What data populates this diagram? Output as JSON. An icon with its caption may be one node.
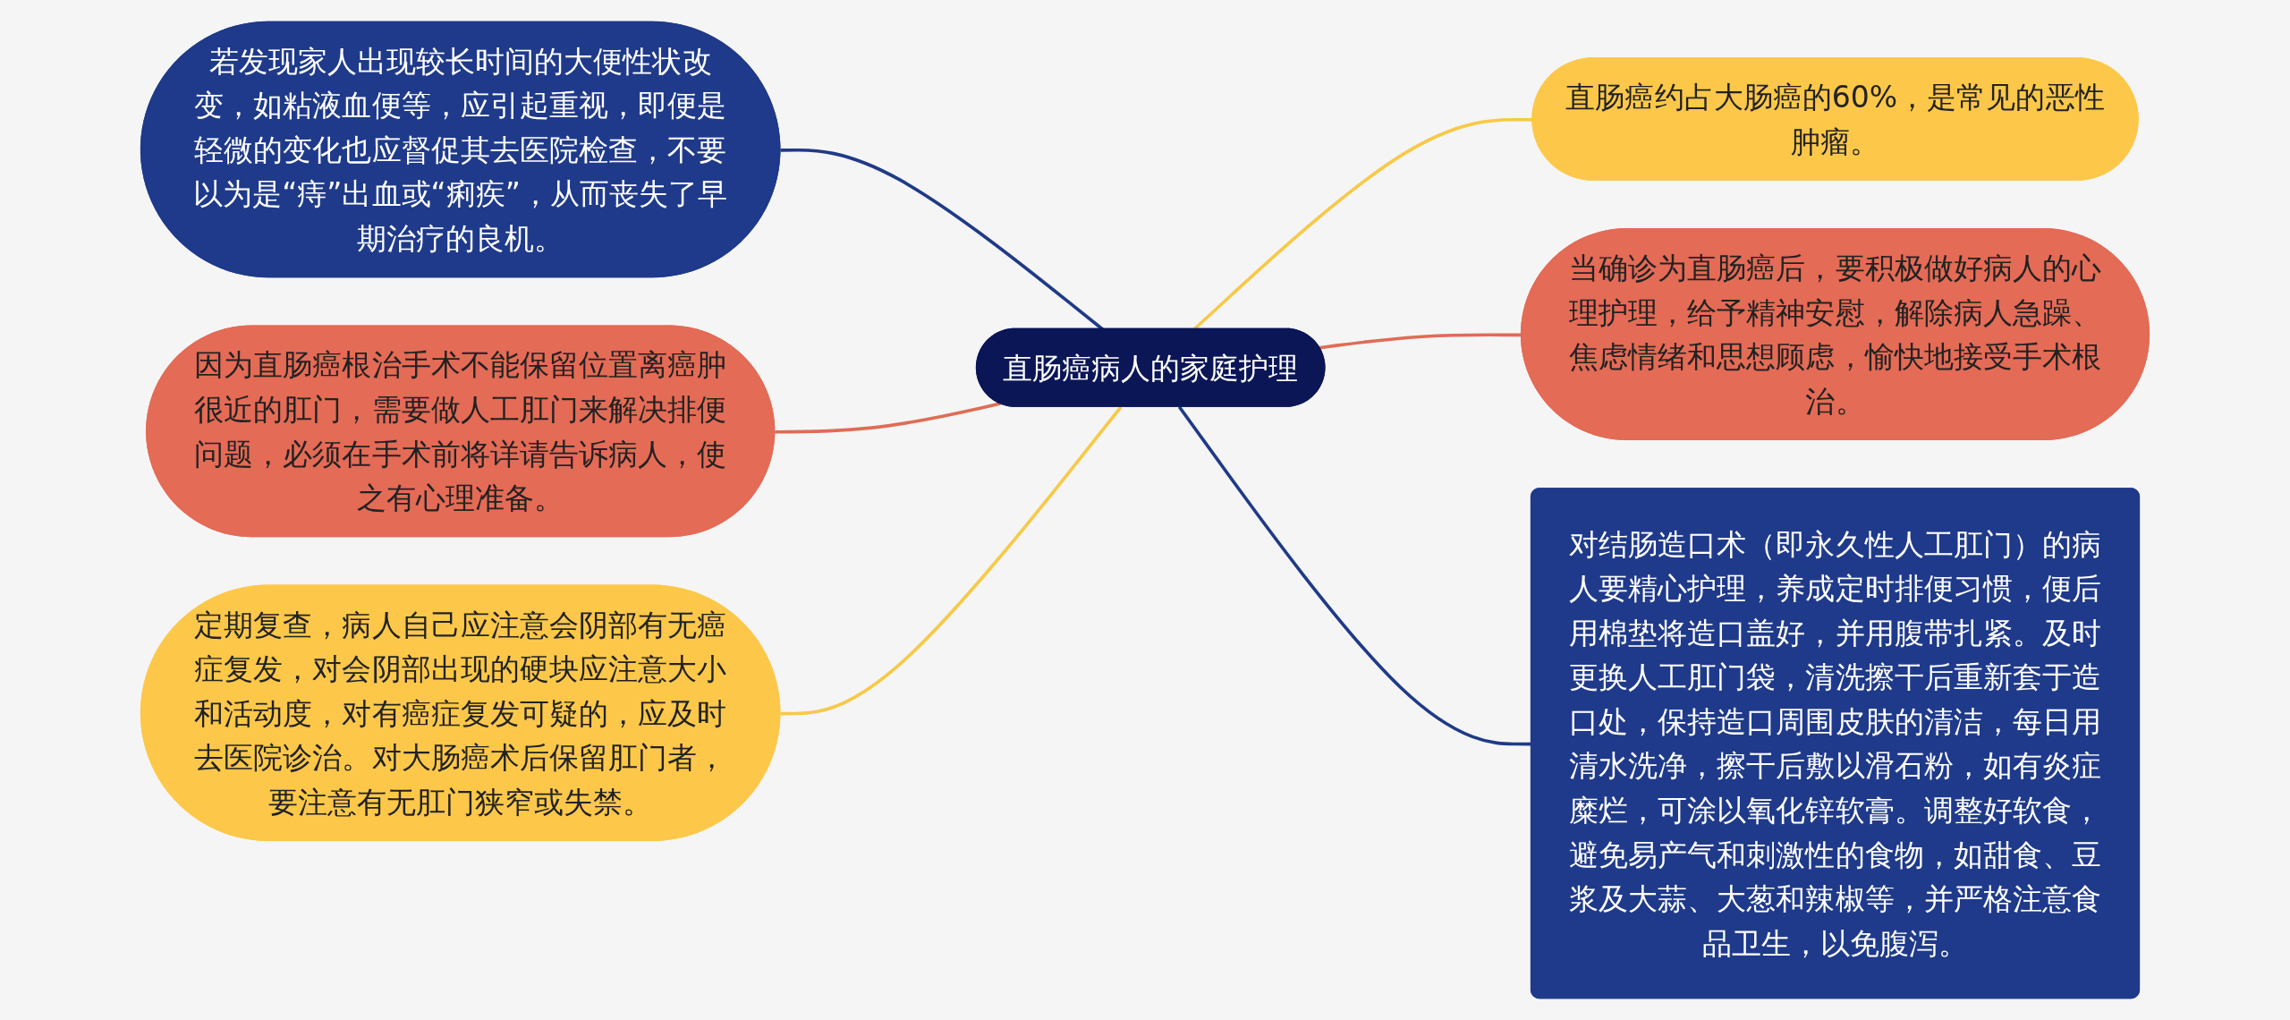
{
  "diagram": {
    "nodes": [
      {
        "text": [
          "直肠癌病人的家庭护理"
        ]
      },
      {
        "text": [
          "直肠癌约占大肠癌的60%，是常见的恶性肿瘤。"
        ]
      },
      {
        "text": [
          "当确诊为直肠癌后，要积极做好病人的心理护理，给予精神安慰，解除病人急躁、焦虑情绪和思想顾虑，愉快地接受手术根治。"
        ]
      },
      {
        "text": [
          "对结肠造口术（即永久性人工肛门）的病人要精心护理，养成定时排便习惯，便后用棉垫将造口盖好，并用腹带扎紧。及时更换人工肛门袋，清洗擦干后重新套于造口处，保持造口周围皮肤的清洁，每日用清水洗净，擦干后敷以滑石粉，如有炎症糜烂，可涂以氧化锌软膏。调整好软食，避免易产气和刺激性的食物，如甜食、豆浆及大蒜、大葱和辣椒等，并严格注意食品卫生，以免腹泻。"
        ]
      },
      {
        "text": [
          "若发现家人出现较长时间的大便性状改变，如粘液血便等，应引起重视，即便是轻微的变化也应督促其去医院检查，不要以为是“痔”出血或“痢疾”，从而丧失了早期治疗的良机。"
        ]
      },
      {
        "text": [
          "因为直肠癌根治手术不能保留位置离癌肿很近的肛门，需要做人工肛门来解决排便问题，必须在手术前将详请告诉病人，使之有心理准备。"
        ]
      },
      {
        "text": [
          "定期复查，病人自己应注意会阴部有无癌症复发，对会阴部出现的硬块应注意大小和活动度，对有癌症复发可疑的，应及时去医院诊治。对大肠癌术后保留肛门者，要注意有无肛门狭窄或失禁。"
        ]
      }
    ],
    "edges": [
      {
        "from": 0,
        "to": 1,
        "arrow": "none",
        "color": "#f7c948"
      },
      {
        "from": 0,
        "to": 2,
        "arrow": "none",
        "color": "#e06c55"
      },
      {
        "from": 0,
        "to": 3,
        "arrow": "none",
        "color": "#1f3a87"
      },
      {
        "from": 0,
        "to": 4,
        "arrow": "none",
        "color": "#1f3a87"
      },
      {
        "from": 0,
        "to": 5,
        "arrow": "none",
        "color": "#e06c55"
      },
      {
        "from": 0,
        "to": 6,
        "arrow": "none",
        "color": "#f7c948"
      }
    ]
  }
}
